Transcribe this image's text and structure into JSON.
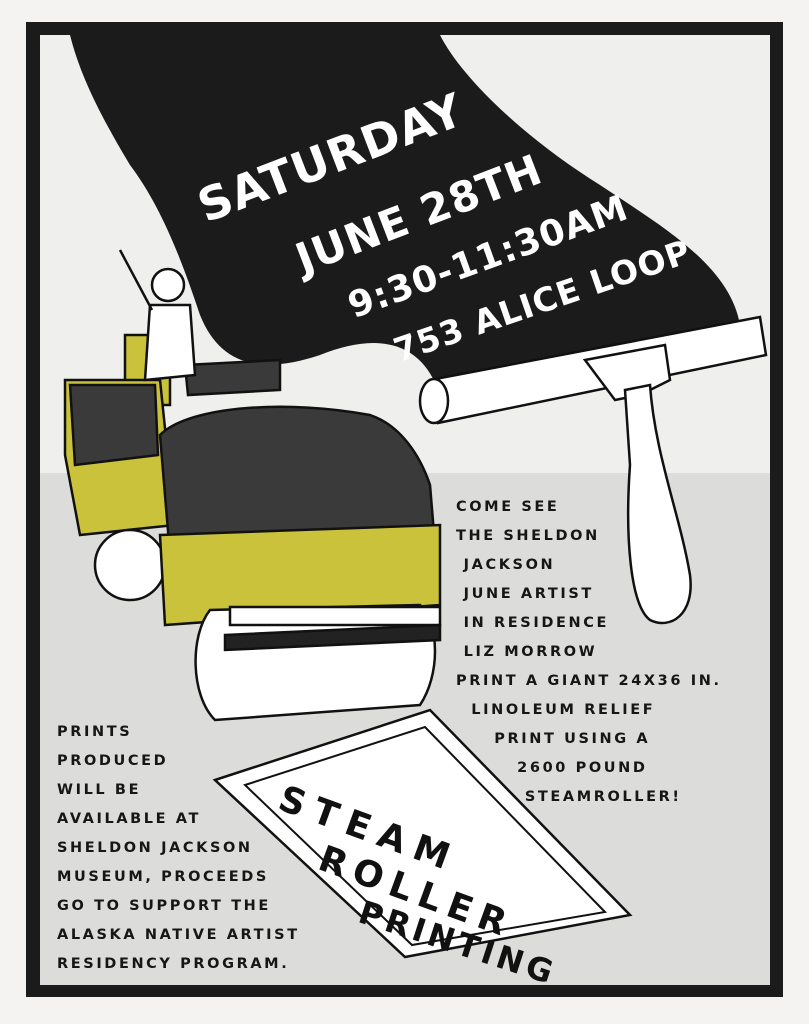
{
  "banner": {
    "day": "SATURDAY",
    "date": "JUNE 28TH",
    "time": "9:30-11:30AM",
    "address": "753 ALICE LOOP"
  },
  "description": {
    "lines": [
      "COME SEE",
      "THE SHELDON",
      " JACKSON",
      " JUNE ARTIST",
      " IN RESIDENCE",
      " LIZ MORROW",
      "PRINT A GIANT 24X36 IN.",
      "  LINOLEUM RELIEF",
      "     PRINT USING A",
      "        2600 POUND",
      "         STEAMROLLER!"
    ]
  },
  "prints_note": {
    "lines": [
      "PRINTS",
      "PRODUCED",
      "WILL BE",
      "AVAILABLE AT",
      "SHELDON JACKSON",
      "MUSEUM, PROCEEDS",
      "GO TO SUPPORT THE",
      "ALASKA NATIVE ARTIST",
      "RESIDENCY PROGRAM."
    ]
  },
  "print_sheet": {
    "line1": "STEAM",
    "line2": "ROLLER",
    "line3": "PRINTING"
  },
  "colors": {
    "ink": "#1b1b1b",
    "yellow": "#c9c23a",
    "paper": "#efefee"
  }
}
